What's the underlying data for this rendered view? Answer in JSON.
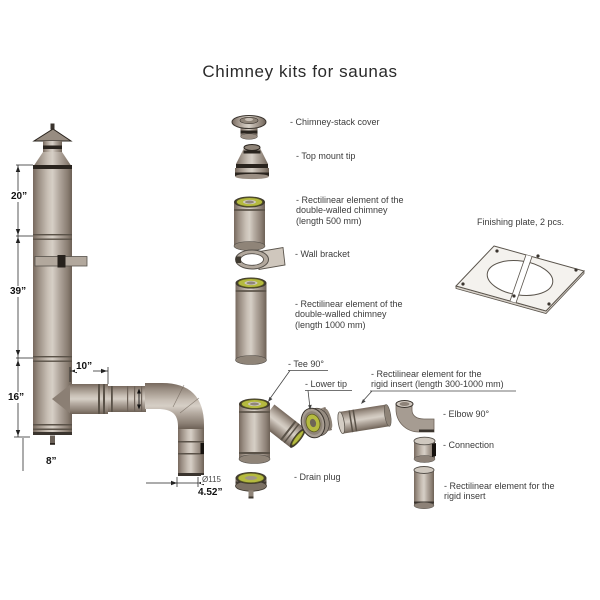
{
  "title": "Chimney kits for saunas",
  "parts": {
    "chimney_stack_cover": "- Chimney-stack cover",
    "top_mount_tip": "- Top mount tip",
    "rect_double_500": [
      "- Rectilinear element of the",
      "double-walled chimney",
      "(length 500 mm)"
    ],
    "wall_bracket": "- Wall bracket",
    "rect_double_1000": [
      "- Rectilinear element of the",
      "double-walled chimney",
      "(length 1000 mm)"
    ],
    "tee_90": "- Tee 90°",
    "lower_tip": "- Lower tip",
    "rect_rigid_long": [
      "- Rectilinear element for the",
      "rigid insert (length 300-1000 mm)"
    ],
    "elbow_90": "- Elbow 90°",
    "connection": "- Connection",
    "rect_rigid": [
      "- Rectilinear element for the",
      "rigid insert"
    ],
    "drain_plug": "- Drain plug",
    "finishing_plate": "Finishing plate, 2 pcs."
  },
  "dimensions": {
    "top_section": "20”",
    "middle_section": "39”",
    "bottom_section": "16”",
    "branch_offset": "10”",
    "base": "8”",
    "diameter_mm": "Ø115",
    "diameter_in": "4.52”"
  },
  "colors": {
    "pipe": "#a89e94",
    "pipe_shadow": "#77695e",
    "pipe_highlight": "#d6cfc6",
    "band": "#2a241e",
    "insulation": "#b5ba40",
    "insulation_rim": "#5c5c20",
    "label_text": "#3b3b3b",
    "plate": "#f4f2ee"
  }
}
